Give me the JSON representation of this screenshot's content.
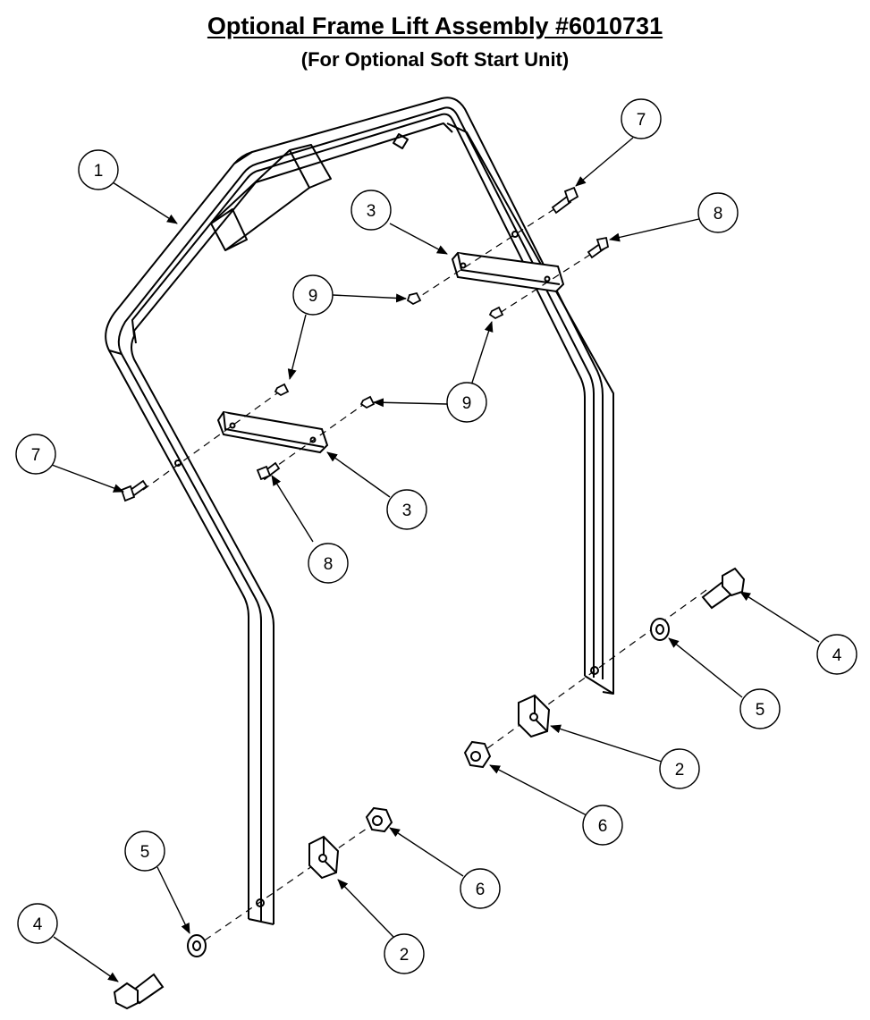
{
  "title": "Optional Frame Lift Assembly #6010731",
  "subtitle": "(For Optional Soft Start Unit)",
  "callouts": [
    {
      "id": "c1",
      "label": "1"
    },
    {
      "id": "c7a",
      "label": "7"
    },
    {
      "id": "c8a",
      "label": "8"
    },
    {
      "id": "c3a",
      "label": "3"
    },
    {
      "id": "c9a",
      "label": "9"
    },
    {
      "id": "c9b",
      "label": "9"
    },
    {
      "id": "c7b",
      "label": "7"
    },
    {
      "id": "c3b",
      "label": "3"
    },
    {
      "id": "c8b",
      "label": "8"
    },
    {
      "id": "c4a",
      "label": "4"
    },
    {
      "id": "c5a",
      "label": "5"
    },
    {
      "id": "c2a",
      "label": "2"
    },
    {
      "id": "c6a",
      "label": "6"
    },
    {
      "id": "c5b",
      "label": "5"
    },
    {
      "id": "c6b",
      "label": "6"
    },
    {
      "id": "c4b",
      "label": "4"
    },
    {
      "id": "c2b",
      "label": "2"
    }
  ]
}
